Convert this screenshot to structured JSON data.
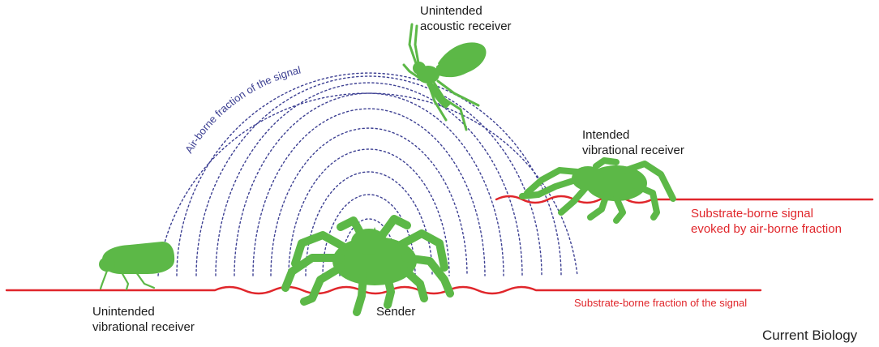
{
  "labels": {
    "unintended_acoustic": [
      "Unintended",
      "acoustic receiver"
    ],
    "intended_vibrational": [
      "Intended",
      "vibrational receiver"
    ],
    "substrate_evoked": [
      "Substrate-borne signal",
      "evoked by air-borne fraction"
    ],
    "unintended_vibrational": [
      "Unintended",
      "vibrational receiver"
    ],
    "sender": "Sender",
    "substrate_fraction": "Substrate-borne fraction of the signal",
    "airborne_fraction": "Air-borne fraction of the signal"
  },
  "credit": "Current Biology",
  "colors": {
    "insect_green": "#5cb847",
    "signal_red": "#e0262b",
    "airborne_blue": "#3c3f92",
    "text": "#1a1a1a"
  },
  "icons": {
    "sender": "spider-icon",
    "intended_receiver": "spider-icon",
    "acoustic_receiver": "wasp-icon",
    "vibrational_receiver": "leafhopper-icon"
  }
}
